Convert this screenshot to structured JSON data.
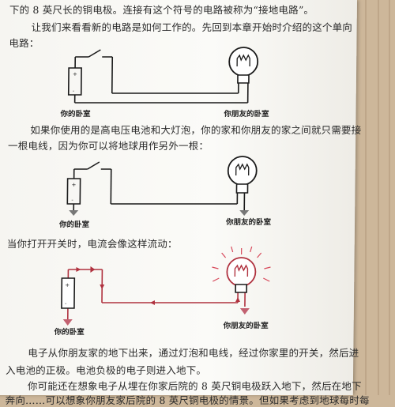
{
  "colors": {
    "wire": "#1a1a1a",
    "current": "#b0323f",
    "glow": "#d7485a",
    "text": "#2b2b2b"
  },
  "paragraphs": {
    "line1": "下的 8 英尺长的铜电极。连接有这个符号的电路被称为“接地电路”。",
    "line2": "让我们来看看新的电路是如何工作的。先回到本章开始时介绍的这个单向",
    "line3": "电路：",
    "line4": "如果你使用的是高电压电池和大灯泡，你的家和你朋友的家之间就只需要接",
    "line5": "一根电线，因为你可以将地球用作另外一根：",
    "line6": "当你打开开关时，电流会像这样流动：",
    "line7": "电子从你朋友家的地下出来，通过灯泡和电线，经过你家里的开关，然后进",
    "line8": "入电池的正极。电池负极的电子则进入地下。",
    "line9": "你可能还在想象电子从埋在你家后院的 8 英尺铜电极跃入地下，然后在地下",
    "line10": "奔向……可以想象你朋友家后院的 8 英尺铜电极的情景。但如果考虑到地球每时每"
  },
  "diagrams": [
    {
      "left_label": "你的卧室",
      "right_label": "你朋友的卧室"
    },
    {
      "left_label": "你的卧室",
      "right_label": "你朋友的卧室"
    },
    {
      "left_label": "你的卧室",
      "right_label": "你朋友的卧室"
    }
  ]
}
